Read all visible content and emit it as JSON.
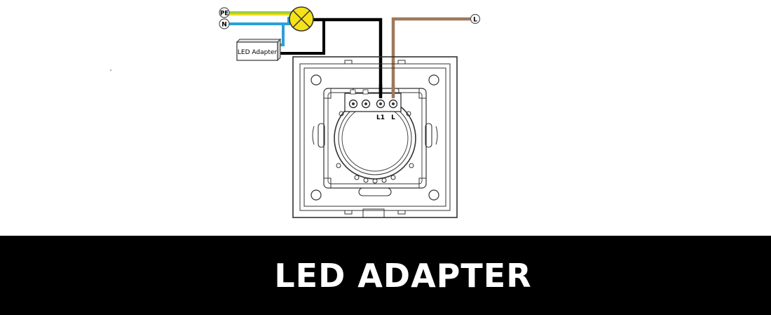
{
  "banner": {
    "title": "LED ADAPTER"
  },
  "labels": {
    "pe": "PE",
    "n": "N",
    "l_supply": "L",
    "adapter": "LED Adapter",
    "terminal_l1": "L1",
    "terminal_l": "L"
  },
  "colors": {
    "pe_green": "#9bd13b",
    "pe_yellow": "#f2e21b",
    "neutral_blue": "#2aa0d8",
    "live_brown": "#a0785a",
    "load_black": "#000000",
    "lamp_fill": "#f7e21a",
    "banner_bg": "#000000"
  }
}
